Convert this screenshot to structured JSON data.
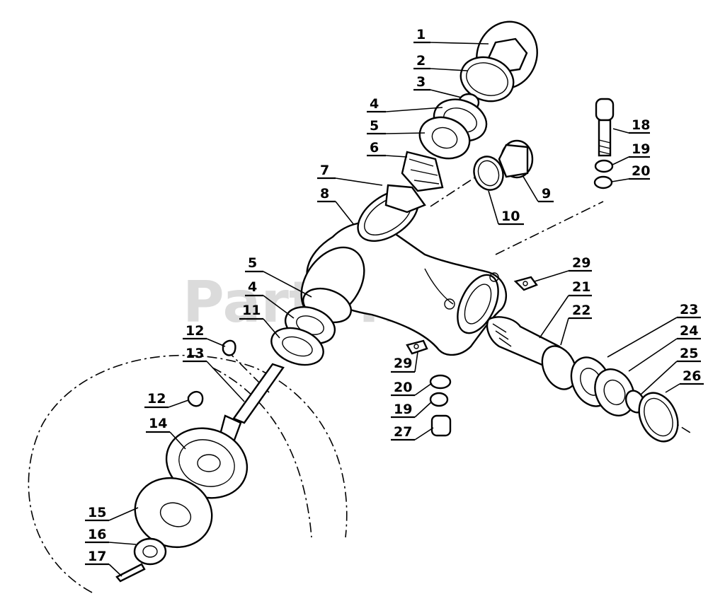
{
  "watermark": "PartsTree",
  "callouts": {
    "c1": "1",
    "c2": "2",
    "c3": "3",
    "c4a": "4",
    "c5a": "5",
    "c6": "6",
    "c7": "7",
    "c8": "8",
    "c9": "9",
    "c10": "10",
    "c18": "18",
    "c19a": "19",
    "c20a": "20",
    "c29a": "29",
    "c5b": "5",
    "c4b": "4",
    "c11": "11",
    "c21": "21",
    "c22": "22",
    "c23": "23",
    "c24": "24",
    "c25": "25",
    "c26": "26",
    "c12a": "12",
    "c13": "13",
    "c12b": "12",
    "c29b": "29",
    "c20b": "20",
    "c19b": "19",
    "c27": "27",
    "c14": "14",
    "c15": "15",
    "c16": "16",
    "c17": "17"
  }
}
